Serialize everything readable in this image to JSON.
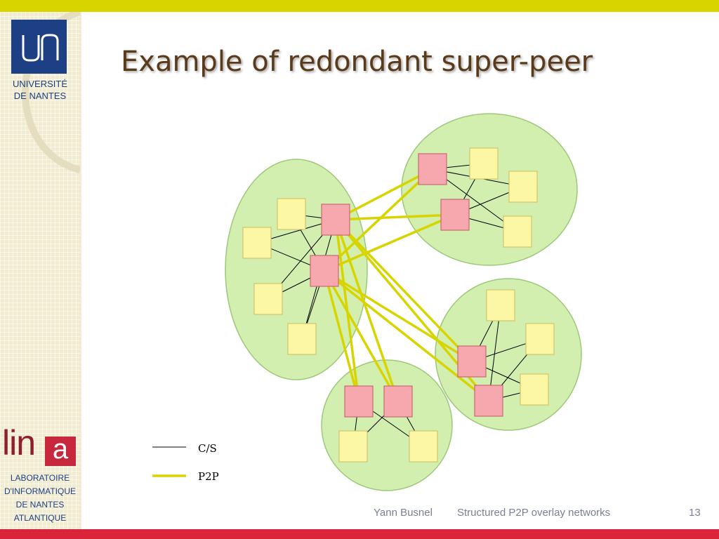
{
  "slide": {
    "title": "Example of redondant super-peer",
    "branding": {
      "university_lines": [
        "UNIVERSITÉ",
        "DE NANTES"
      ],
      "lab_logo_text": "lin",
      "lab_logo_box": "a",
      "lab_lines": [
        "LABORATOIRE",
        "D'INFORMATIQUE",
        "DE NANTES",
        "ATLANTIQUE"
      ]
    },
    "footer": {
      "author": "Yann Busnel",
      "talk_title": "Structured P2P overlay networks",
      "page_number": "13"
    },
    "colors": {
      "top_bar": "#d8d400",
      "bottom_bar": "#d9243a",
      "cluster_fill": "#d3efb0",
      "super_peer": "#f6a8ae",
      "peer": "#fcf7a5",
      "p2p_link": "#d8d400",
      "cs_link": "#000000"
    }
  },
  "legend": {
    "items": [
      {
        "label": "C/S",
        "line_style": "thin-black"
      },
      {
        "label": "P2P",
        "line_style": "thick-yellow"
      }
    ]
  }
}
